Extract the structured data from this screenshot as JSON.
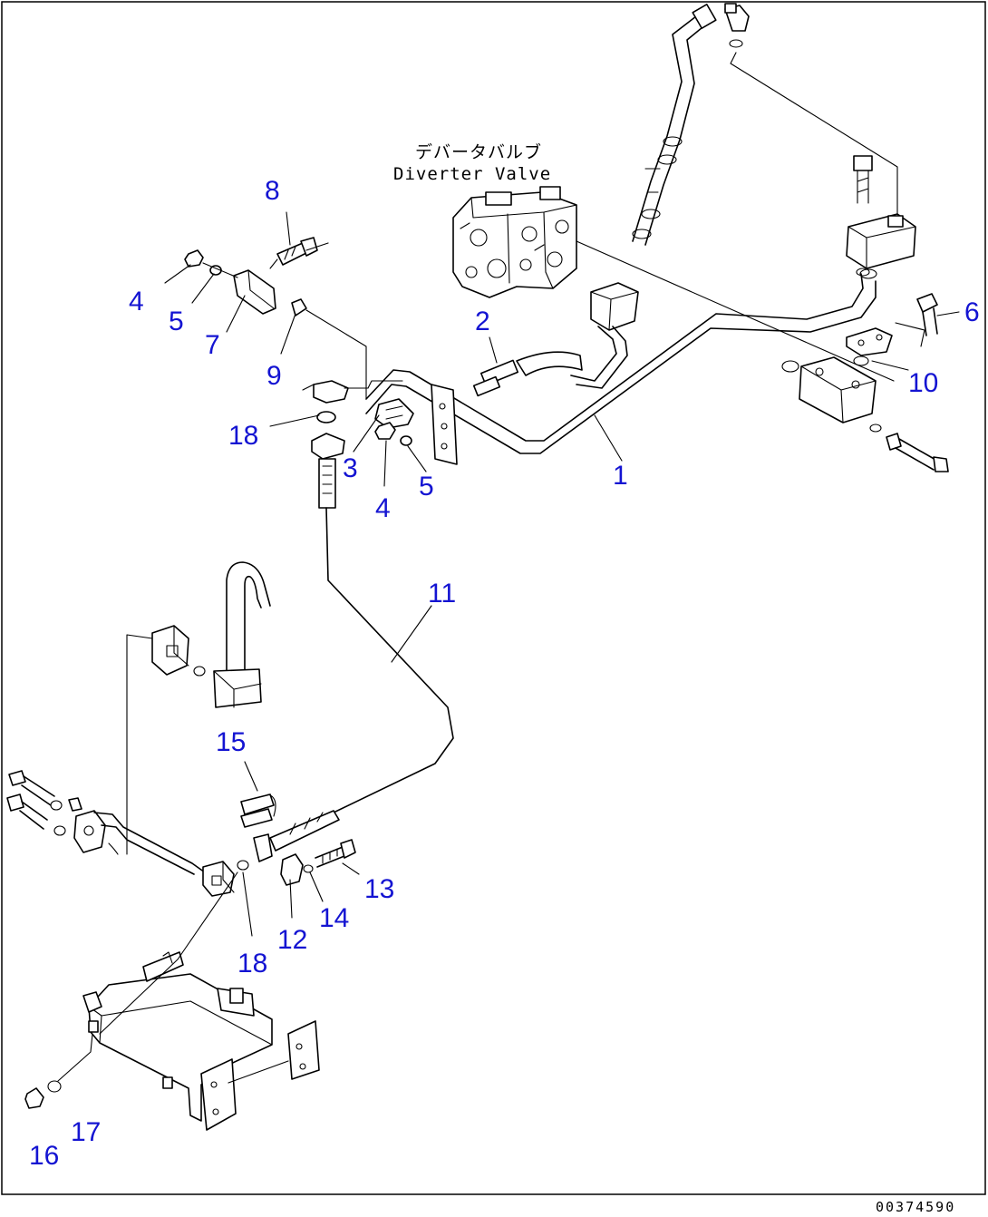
{
  "caption": {
    "japanese": "デバータバルブ",
    "english": "Diverter Valve"
  },
  "drawing_code": "00374590",
  "callouts": [
    {
      "id": "c1",
      "text": "1"
    },
    {
      "id": "c2",
      "text": "2"
    },
    {
      "id": "c3",
      "text": "3"
    },
    {
      "id": "c4a",
      "text": "4"
    },
    {
      "id": "c4b",
      "text": "4"
    },
    {
      "id": "c5a",
      "text": "5"
    },
    {
      "id": "c5b",
      "text": "5"
    },
    {
      "id": "c6",
      "text": "6"
    },
    {
      "id": "c7",
      "text": "7"
    },
    {
      "id": "c8",
      "text": "8"
    },
    {
      "id": "c9",
      "text": "9"
    },
    {
      "id": "c10",
      "text": "10"
    },
    {
      "id": "c11",
      "text": "11"
    },
    {
      "id": "c12",
      "text": "12"
    },
    {
      "id": "c13",
      "text": "13"
    },
    {
      "id": "c14",
      "text": "14"
    },
    {
      "id": "c15",
      "text": "15"
    },
    {
      "id": "c16",
      "text": "16"
    },
    {
      "id": "c17",
      "text": "17"
    },
    {
      "id": "c18a",
      "text": "18"
    },
    {
      "id": "c18b",
      "text": "18"
    }
  ],
  "colors": {
    "callout": "#1414d2",
    "line": "#000000",
    "background": "#ffffff"
  }
}
